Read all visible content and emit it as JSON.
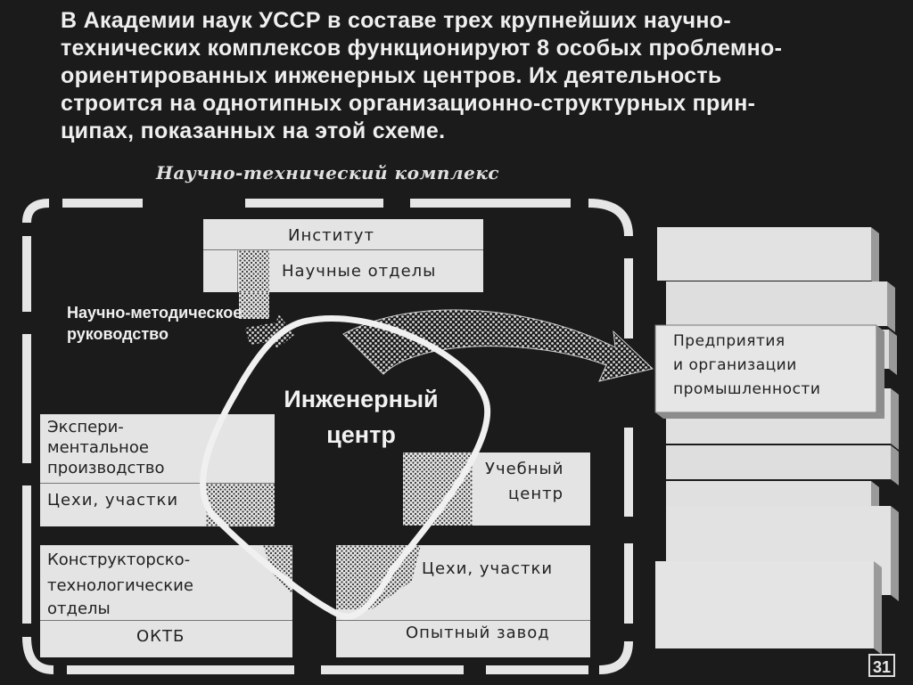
{
  "caption": {
    "lines": [
      "В Академии наук УССР в составе трех крупнейших научно-",
      "технических комплексов функционируют 8 особых проблемно-",
      "ориентированных  инженерных  центров.  Их  деятельность",
      "строится на однотипных организационно-структурных прин-",
      "ципах, показанных на этой схеме."
    ]
  },
  "diagram": {
    "complex_title": "Научно-технический комплекс",
    "institute": {
      "title": "Институт",
      "departments": "Научные отделы"
    },
    "guidance": {
      "line1": "Научно-методическое",
      "line2": "руководство"
    },
    "center": {
      "line1": "Инженерный",
      "line2": "центр"
    },
    "experimental": {
      "line1": "Экспери-",
      "line2": "ментальное",
      "line3": "производство",
      "shops": "Цехи, участки"
    },
    "training": {
      "line1": "Учебный",
      "line2": "центр"
    },
    "design": {
      "line1": "Конструкторско-",
      "line2": "технологические",
      "line3": "отделы",
      "bureau": "ОКТБ"
    },
    "plant": {
      "shops": "Цехи, участки",
      "name": "Опытный завод"
    },
    "industry": {
      "line1": "Предприятия",
      "line2": "и организации",
      "line3": "промышленности"
    }
  },
  "page_number": "31",
  "colors": {
    "background": "#1b1b1b",
    "box_fill": "#e4e4e4",
    "frame": "#e6e6e6",
    "text_light": "#efefef",
    "text_dark": "#222222"
  }
}
